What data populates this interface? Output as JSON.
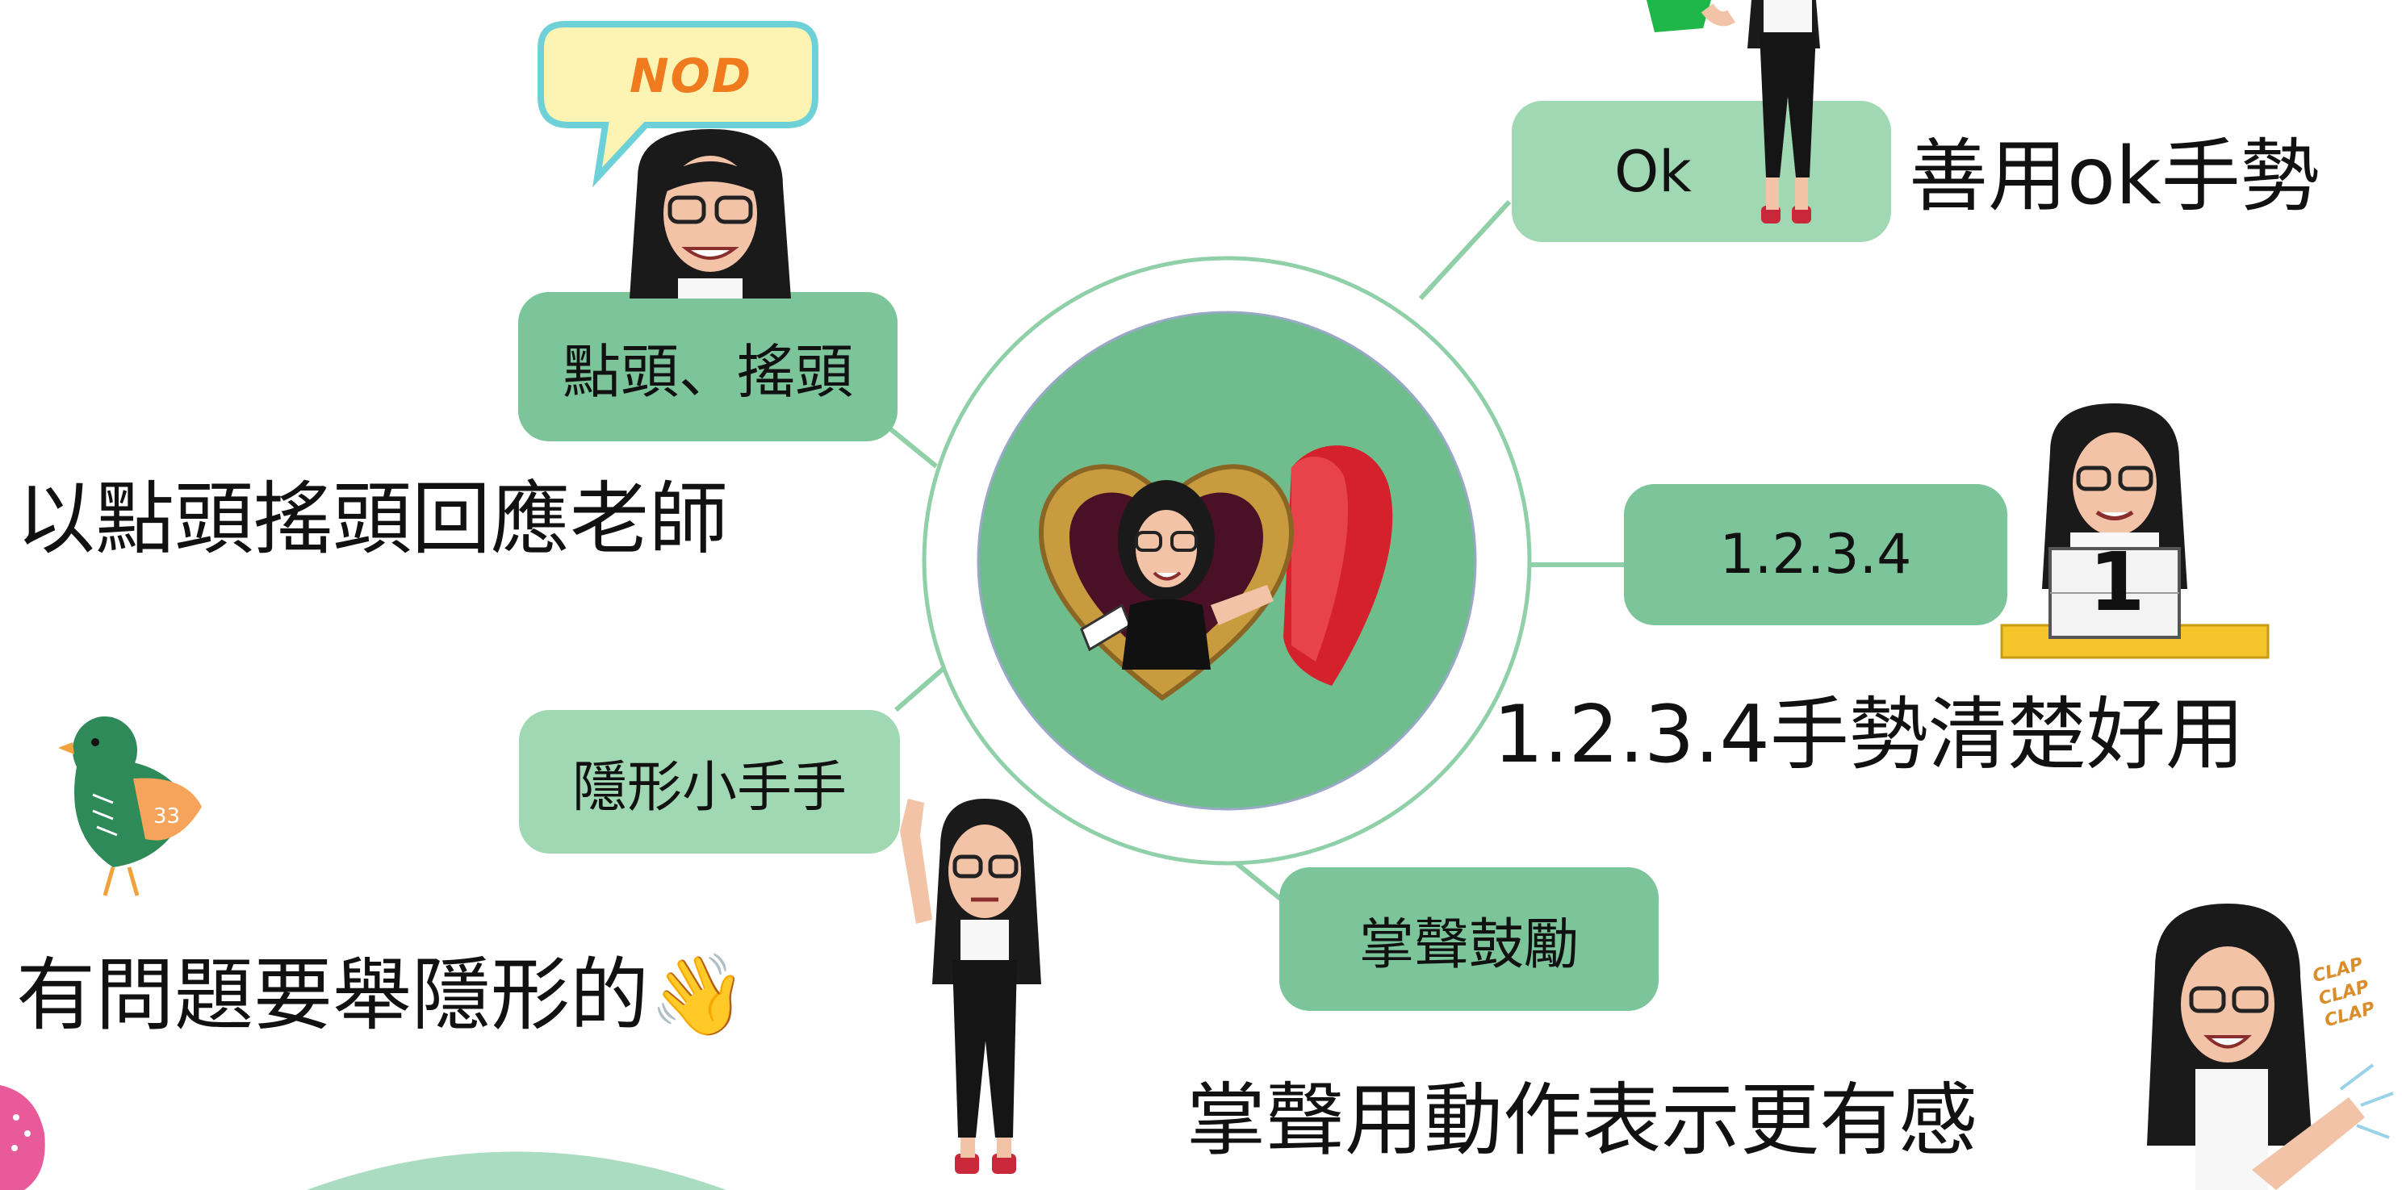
{
  "diagram": {
    "nodes": {
      "ok": "Ok",
      "nod": "點頭、搖頭",
      "numbers": "1.2.3.4",
      "invisible": "隱形小手手",
      "clap": "掌聲鼓勵"
    },
    "captions": {
      "ok": "善用ok手勢",
      "nod": "以點頭搖頭回應老師",
      "numbers": "1.2.3.4手勢清楚好用",
      "invisible": "有問題要舉隱形的👋",
      "clap": "掌聲用動作表示更有感"
    },
    "stickers": {
      "nod_bubble": "NOD",
      "number_card": "1",
      "clap_words": "CLAP CLAP CLAP"
    }
  },
  "icons": {
    "center": "heart-door-avatar-icon",
    "bird": "bird-icon",
    "avatars": [
      "avatar-ok-icon",
      "avatar-nod-icon",
      "avatar-number-icon",
      "avatar-raise-hand-icon",
      "avatar-clap-icon"
    ]
  },
  "colors": {
    "node_dark": "#7cc49a",
    "node_light": "#9fd8b2",
    "connector": "#8fd0a8",
    "center_fill": "#6fbd8d",
    "heart": "#d4212c"
  }
}
